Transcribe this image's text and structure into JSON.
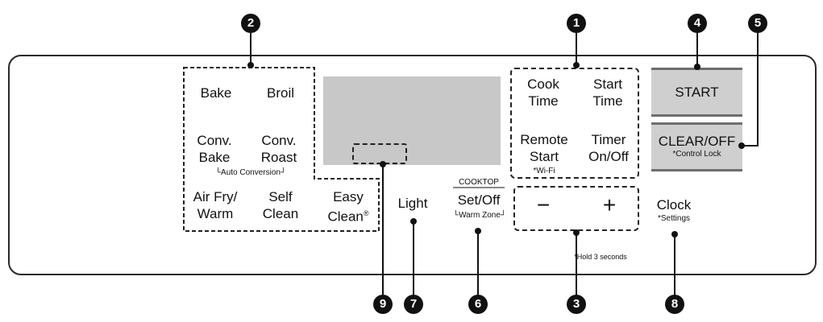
{
  "panel": {
    "mode_buttons": {
      "bake": "Bake",
      "broil": "Broil",
      "conv_bake_1": "Conv.",
      "conv_bake_2": "Bake",
      "conv_roast_1": "Conv.",
      "conv_roast_2": "Roast",
      "auto_conversion": "Auto Conversion",
      "air_fry_1": "Air Fry/",
      "air_fry_2": "Warm",
      "self_clean_1": "Self",
      "self_clean_2": "Clean",
      "easy_clean_1": "Easy",
      "easy_clean_2": "Clean",
      "easy_clean_mark": "®"
    },
    "light": "Light",
    "cooktop": {
      "heading": "COOKTOP",
      "set_off": "Set/Off",
      "warm_zone": "Warm Zone"
    },
    "timer_buttons": {
      "cook_time_1": "Cook",
      "cook_time_2": "Time",
      "start_time_1": "Start",
      "start_time_2": "Time",
      "remote_start_1": "Remote",
      "remote_start_2": "Start",
      "wifi": "*Wi-Fi",
      "timer_1": "Timer",
      "timer_2": "On/Off"
    },
    "minus": "−",
    "plus": "+",
    "hold_note": "*Hold 3 seconds",
    "start": "START",
    "clear_off": "CLEAR/OFF",
    "control_lock": "*Control Lock",
    "clock": "Clock",
    "settings": "*Settings"
  },
  "callouts": {
    "c1": "1",
    "c2": "2",
    "c3": "3",
    "c4": "4",
    "c5": "5",
    "c6": "6",
    "c7": "7",
    "c8": "8",
    "c9": "9"
  }
}
